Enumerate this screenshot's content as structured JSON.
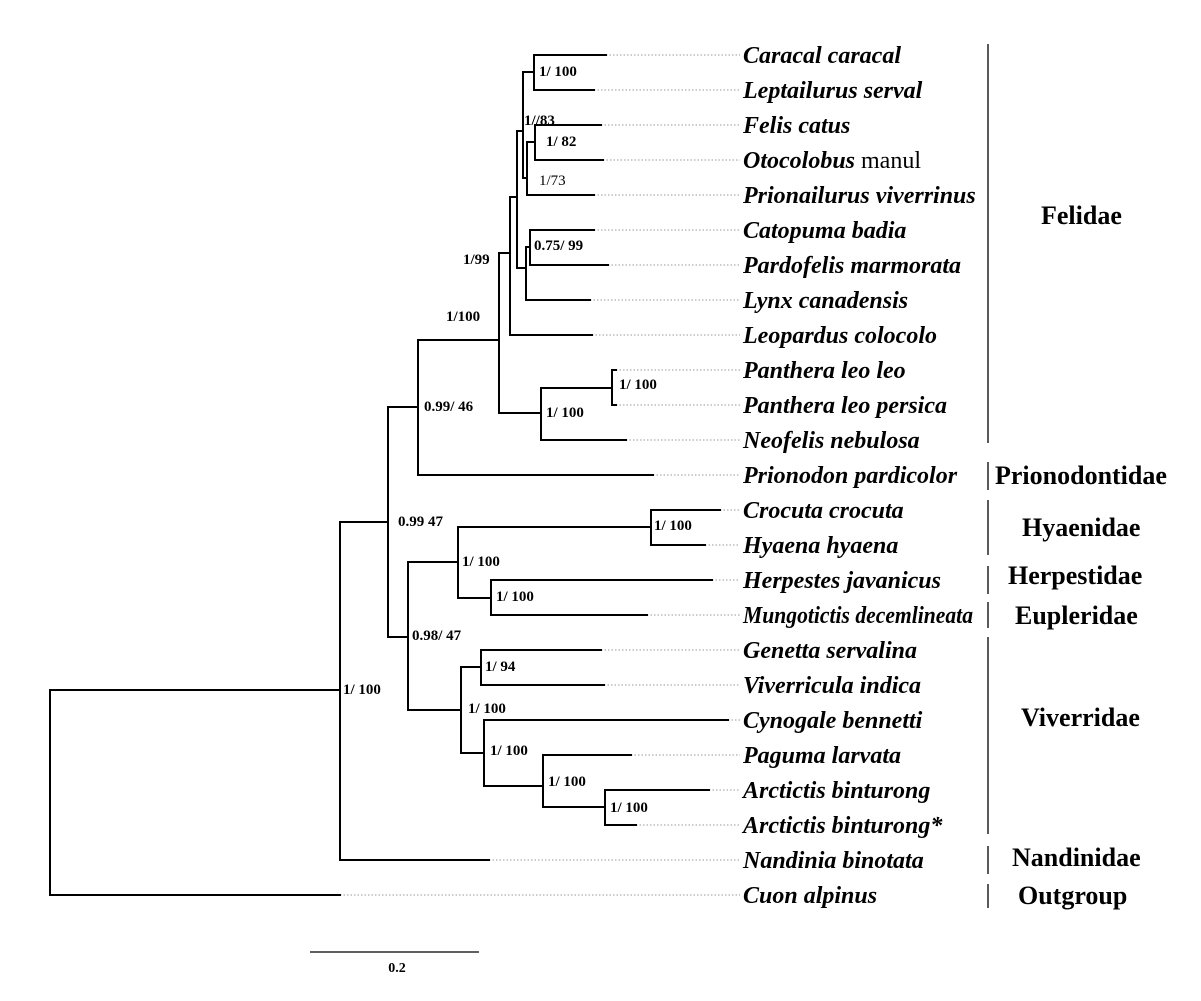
{
  "taxa": [
    {
      "name": "Caracal caracal"
    },
    {
      "name": "Leptailurus serval"
    },
    {
      "name": "Felis catus"
    },
    {
      "name": "Otocolobus",
      "suffix": "manul"
    },
    {
      "name": "Prionailurus viverrinus"
    },
    {
      "name": "Catopuma badia"
    },
    {
      "name": "Pardofelis marmorata"
    },
    {
      "name": "Lynx canadensis"
    },
    {
      "name": "Leopardus colocolo"
    },
    {
      "name": "Panthera leo leo"
    },
    {
      "name": "Panthera leo persica"
    },
    {
      "name": "Neofelis nebulosa"
    },
    {
      "name": "Prionodon pardicolor"
    },
    {
      "name": "Crocuta crocuta"
    },
    {
      "name": "Hyaena hyaena"
    },
    {
      "name": "Herpestes javanicus"
    },
    {
      "name": "Mungotictis decemlineata"
    },
    {
      "name": "Genetta servalina"
    },
    {
      "name": "Viverricula indica"
    },
    {
      "name": "Cynogale bennetti"
    },
    {
      "name": "Paguma larvata"
    },
    {
      "name": "Arctictis binturong"
    },
    {
      "name": "Arctictis binturong*"
    },
    {
      "name": "Nandinia binotata"
    },
    {
      "name": "Cuon alpinus"
    }
  ],
  "support_labels": [
    "1/ 100",
    "1//83",
    "1/ 82",
    "1/73",
    "0.75/ 99",
    "1/99",
    "1/100",
    "1/ 100",
    "1/ 100",
    "0.99/ 46",
    "0.99 47",
    "1/ 100",
    "1/ 100",
    "1/ 100",
    "0.98/ 47",
    "1/ 94",
    "1/ 100",
    "1/ 100",
    "1/ 100",
    "1/ 100",
    "1/ 100"
  ],
  "families": [
    {
      "name": "Felidae"
    },
    {
      "name": "Prionodontidae"
    },
    {
      "name": "Hyaenidae"
    },
    {
      "name": "Herpestidae"
    },
    {
      "name": "Eupleridae"
    },
    {
      "name": "Viverridae"
    },
    {
      "name": "Nandinidae"
    },
    {
      "name": "Outgroup"
    }
  ],
  "scale_bar": {
    "label": "0.2",
    "length": 0.2
  }
}
